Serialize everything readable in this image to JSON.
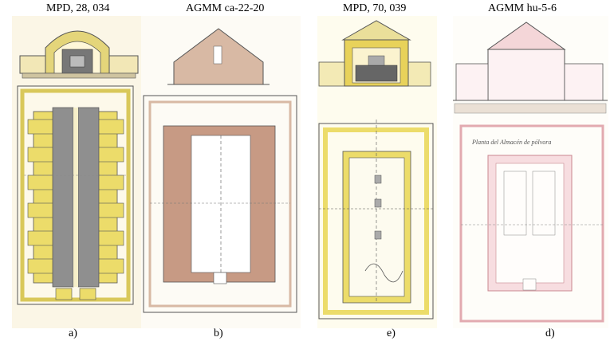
{
  "captions": [
    "MPD, 28, 034",
    "AGMM ca-22-20",
    "MPD, 70, 039",
    "AGMM hu-5-6"
  ],
  "sublabels": [
    "a)",
    "b)",
    "e)",
    "d)"
  ],
  "plan_d_inscription": "Planta del Almacén de pólvora",
  "colors": {
    "yellow": "#ecdc6a",
    "brick": "#c79a84",
    "pink": "#e2aab0",
    "ink": "#4a4a4a"
  }
}
